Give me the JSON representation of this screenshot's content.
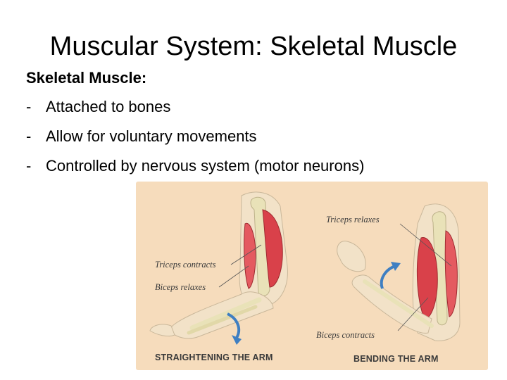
{
  "slide": {
    "title": "Muscular System: Skeletal Muscle",
    "heading": "Skeletal Muscle:",
    "bullets": [
      {
        "dash": "-",
        "text": "Attached to bones"
      },
      {
        "dash": "-",
        "text": "Allow for voluntary movements"
      },
      {
        "dash": "-",
        "text": "Controlled by nervous system (motor neurons)"
      }
    ]
  },
  "figure": {
    "left_panel": {
      "label_top": "Triceps contracts",
      "label_bottom": "Biceps relaxes",
      "caption": "STRAIGHTENING THE ARM"
    },
    "right_panel": {
      "label_top": "Triceps relaxes",
      "label_bottom": "Biceps contracts",
      "caption": "BENDING THE ARM"
    },
    "colors": {
      "background": "#f6dcbc",
      "skin": "#f2e2c8",
      "bone": "#e9e2b8",
      "muscle": "#d9414a",
      "arrow": "#3f7fc2"
    }
  }
}
